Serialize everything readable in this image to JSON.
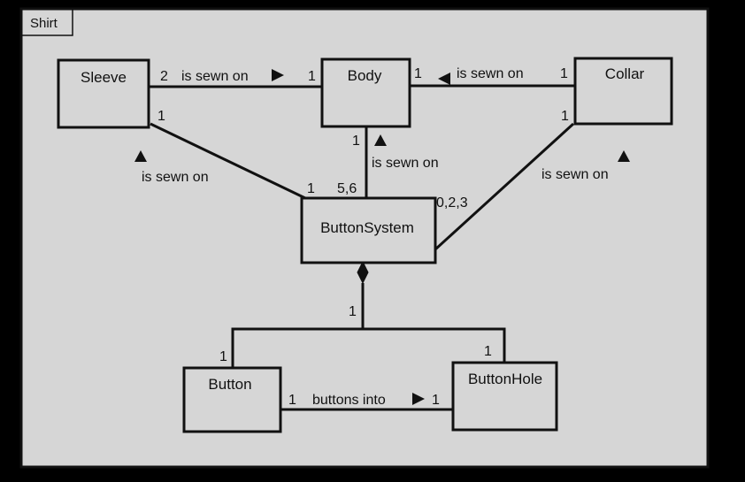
{
  "colors": {
    "background": "#000000",
    "paper": "#d6d6d6",
    "ink": "#111111"
  },
  "frame": {
    "title": "Shirt"
  },
  "classes": {
    "sleeve": "Sleeve",
    "body": "Body",
    "collar": "Collar",
    "button_system": "ButtonSystem",
    "button": "Button",
    "button_hole": "ButtonHole"
  },
  "associations": {
    "sleeve_body": {
      "label": "is sewn on",
      "arrow": "right-triangle",
      "mult_sleeve": "2",
      "mult_body": "1"
    },
    "collar_body": {
      "label": "is sewn on",
      "arrow": "left-triangle",
      "mult_body": "1",
      "mult_collar": "1"
    },
    "sleeve_buttonsystem": {
      "label": "is sewn on",
      "arrow": "up-triangle",
      "mult_sleeve": "1",
      "mult_buttonsystem": "1"
    },
    "body_buttonsystem": {
      "label": "is sewn on",
      "arrow": "up-triangle",
      "mult_body": "1",
      "mult_buttonsystem": "5,6"
    },
    "collar_buttonsystem": {
      "label": "is sewn on",
      "arrow": "up-triangle",
      "mult_collar": "1",
      "mult_buttonsystem": "0,2,3"
    },
    "button_buttonhole": {
      "label": "buttons into",
      "arrow": "right-triangle",
      "mult_button": "1",
      "mult_buttonhole": "1"
    }
  },
  "composition": {
    "aggregate": "ButtonSystem",
    "mult_whole": "1",
    "mult_button": "1",
    "mult_buttonhole": "1"
  }
}
